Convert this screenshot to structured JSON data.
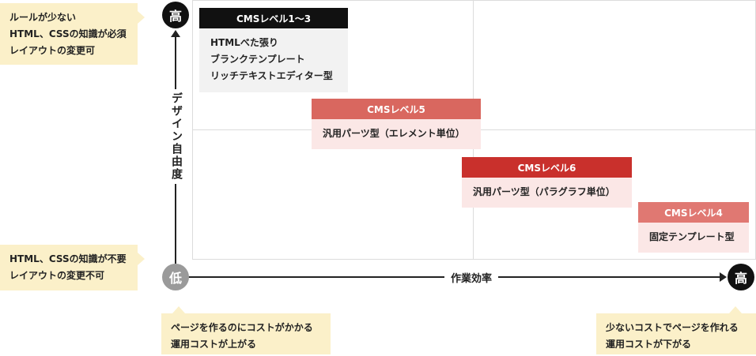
{
  "axes": {
    "y_label": "デザイン自由度",
    "x_label": "作業効率",
    "y_high": "高",
    "origin": "低",
    "x_high": "高"
  },
  "callouts": {
    "top_left": [
      "ルールが少ない",
      "HTML、CSSの知識が必須",
      "レイアウトの変更可"
    ],
    "bottom_left": [
      "HTML、CSSの知識が不要",
      "レイアウトの変更不可"
    ],
    "bottom_center": [
      "ページを作るのにコストがかかる",
      "運用コストが上がる"
    ],
    "bottom_right": [
      "少ないコストでページを作れる",
      "運用コストが下がる"
    ]
  },
  "boxes": [
    {
      "title": "CMSレベル1〜3",
      "items": [
        "HTMLべた張り",
        "ブランクテンプレート",
        "リッチテキストエディター型"
      ]
    },
    {
      "title": "CMSレベル5",
      "items": [
        "汎用パーツ型（エレメント単位）"
      ]
    },
    {
      "title": "CMSレベル6",
      "items": [
        "汎用パーツ型（パラグラフ単位）"
      ]
    },
    {
      "title": "CMSレベル4",
      "items": [
        "固定テンプレート型"
      ]
    }
  ],
  "colors": {
    "callout_bg": "#fbf0c9",
    "level_1_3_header": "#111111",
    "level_1_3_body": "#f2f2f2",
    "level_5_header": "#d9675f",
    "level_5_body": "#fbe7e6",
    "level_6_header": "#c9302c",
    "level_6_body": "#fbe7e6",
    "level_4_header": "#e07872",
    "level_4_body": "#fbe7e6",
    "circle_dark": "#111111",
    "circle_gray": "#9a9a9a"
  }
}
